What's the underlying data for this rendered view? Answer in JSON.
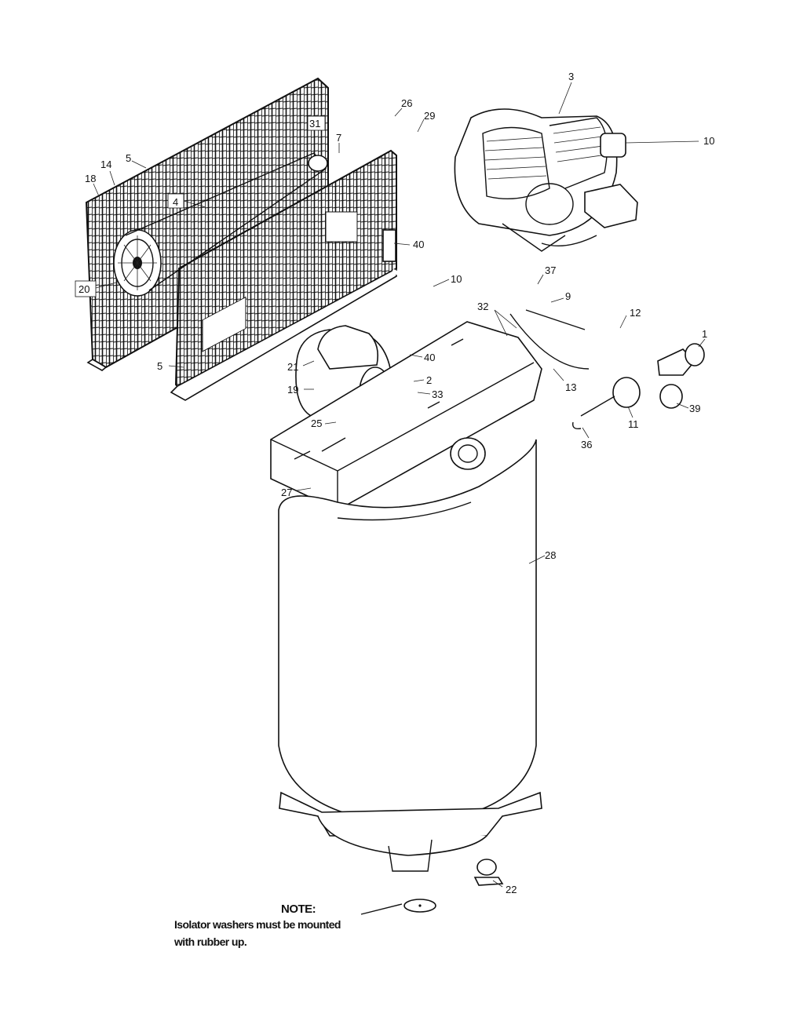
{
  "callouts": [
    {
      "id": "c1",
      "label": "1"
    },
    {
      "id": "c2",
      "label": "2"
    },
    {
      "id": "c3",
      "label": "3"
    },
    {
      "id": "c4",
      "label": "4"
    },
    {
      "id": "c5a",
      "label": "5"
    },
    {
      "id": "c5b",
      "label": "5"
    },
    {
      "id": "c7",
      "label": "7"
    },
    {
      "id": "c9",
      "label": "9"
    },
    {
      "id": "c10a",
      "label": "10"
    },
    {
      "id": "c10b",
      "label": "10"
    },
    {
      "id": "c11",
      "label": "11"
    },
    {
      "id": "c12",
      "label": "12"
    },
    {
      "id": "c13",
      "label": "13"
    },
    {
      "id": "c14",
      "label": "14"
    },
    {
      "id": "c18",
      "label": "18"
    },
    {
      "id": "c19",
      "label": "19"
    },
    {
      "id": "c20",
      "label": "20"
    },
    {
      "id": "c21",
      "label": "21"
    },
    {
      "id": "c22",
      "label": "22"
    },
    {
      "id": "c25",
      "label": "25"
    },
    {
      "id": "c26",
      "label": "26"
    },
    {
      "id": "c27",
      "label": "27"
    },
    {
      "id": "c28",
      "label": "28"
    },
    {
      "id": "c29",
      "label": "29"
    },
    {
      "id": "c31",
      "label": "31"
    },
    {
      "id": "c32",
      "label": "32"
    },
    {
      "id": "c33",
      "label": "33"
    },
    {
      "id": "c36",
      "label": "36"
    },
    {
      "id": "c37",
      "label": "37"
    },
    {
      "id": "c39",
      "label": "39"
    },
    {
      "id": "c40a",
      "label": "40"
    },
    {
      "id": "c40b",
      "label": "40"
    }
  ],
  "note": {
    "title": "NOTE:",
    "line1": "Isolator washers must be mounted",
    "line2": "with rubber up."
  }
}
